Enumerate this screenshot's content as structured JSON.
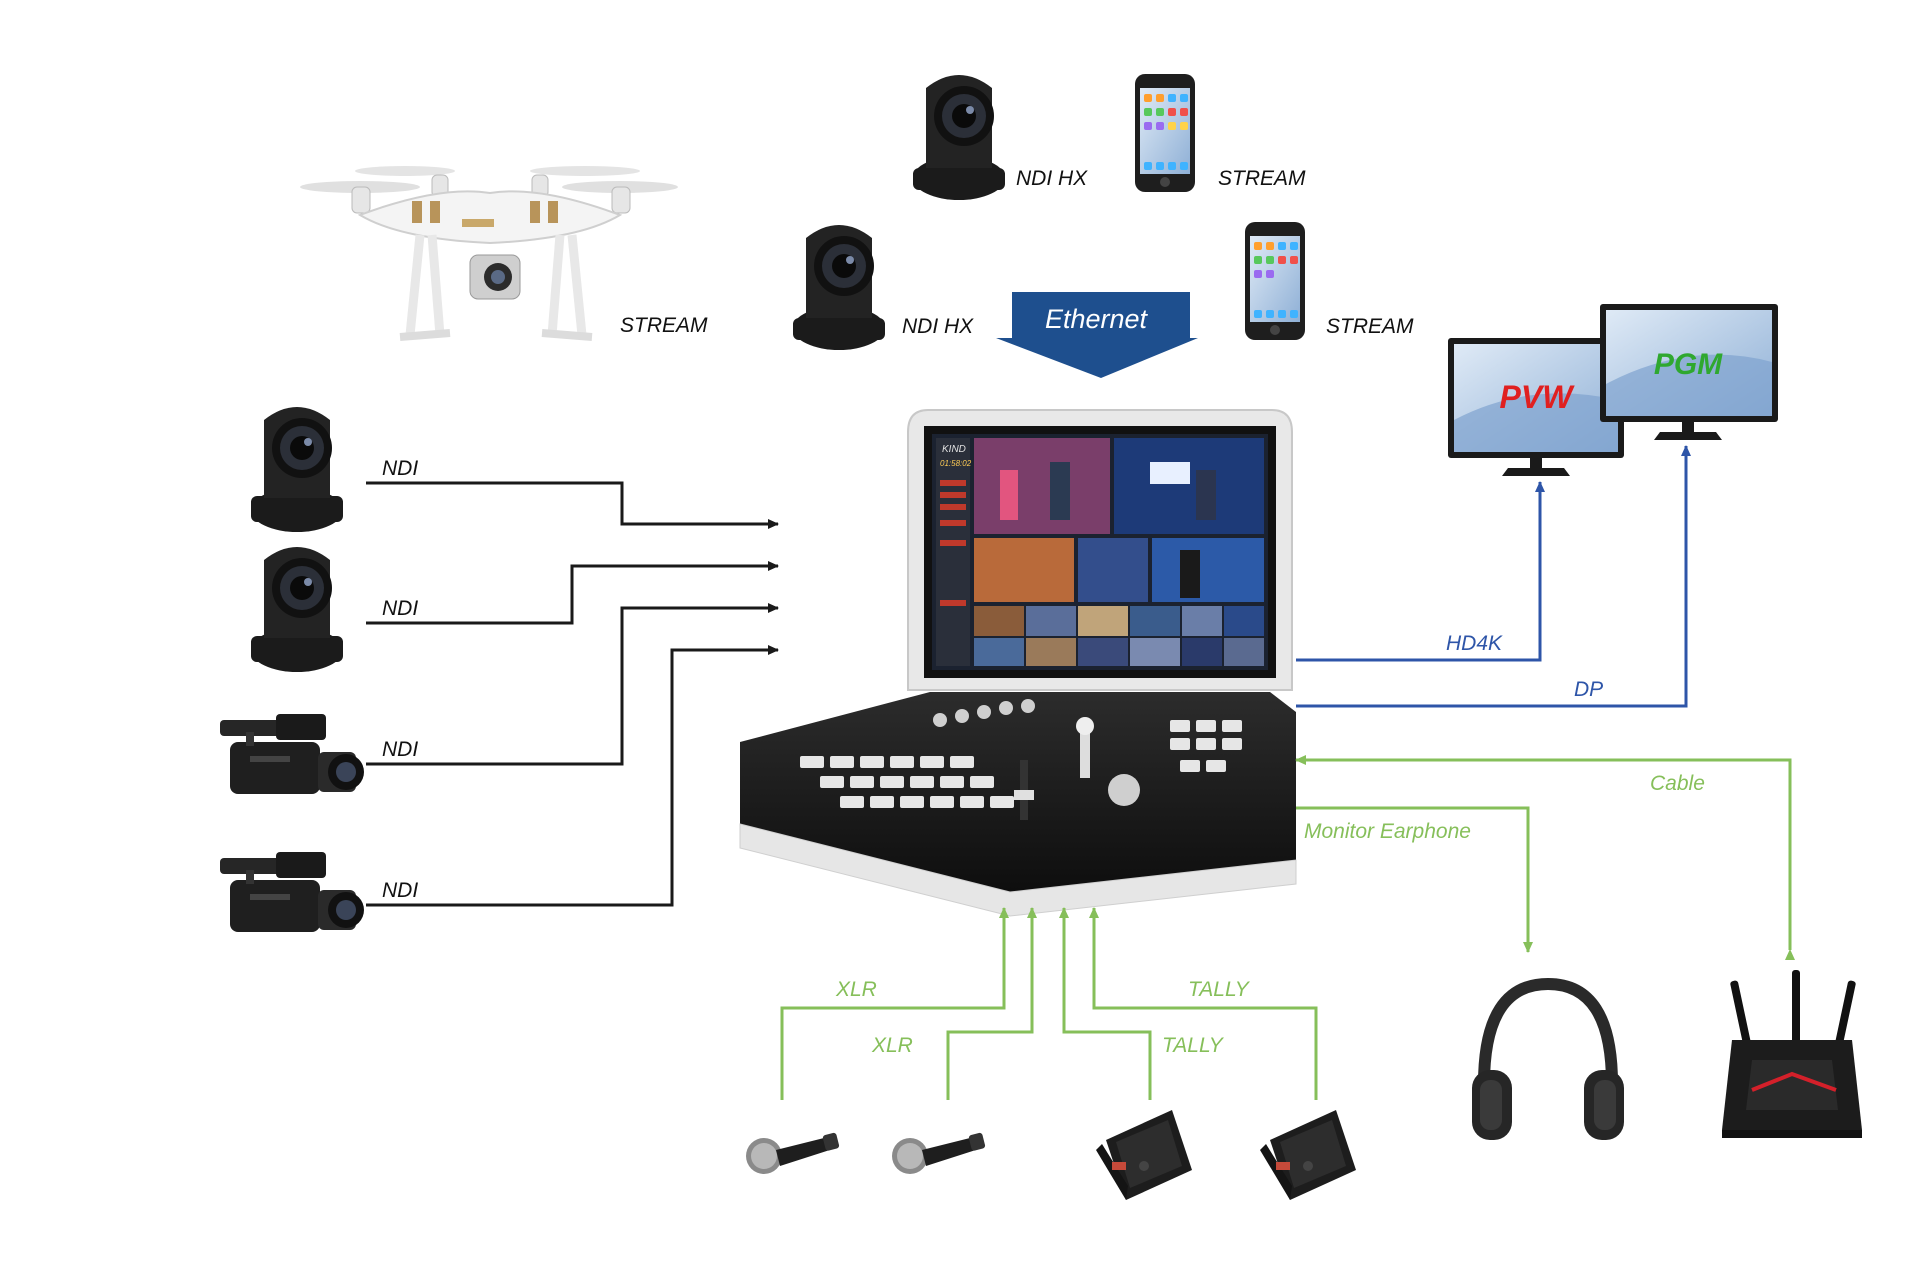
{
  "diagram": {
    "top_banner": {
      "label": "Ethernet"
    },
    "network_sources": [
      {
        "device": "ptz-camera",
        "label": "NDI HX"
      },
      {
        "device": "smartphone",
        "label": "STREAM"
      },
      {
        "device": "ptz-camera",
        "label": "NDI HX"
      },
      {
        "device": "smartphone",
        "label": "STREAM"
      },
      {
        "device": "drone",
        "label": "STREAM"
      }
    ],
    "wired_inputs": [
      {
        "device": "ptz-camera",
        "label": "NDI"
      },
      {
        "device": "ptz-camera",
        "label": "NDI"
      },
      {
        "device": "camcorder",
        "label": "NDI"
      },
      {
        "device": "camcorder",
        "label": "NDI"
      }
    ],
    "switcher": {
      "brand": "KIND",
      "timecode": "01:58:02"
    },
    "monitors": [
      {
        "label": "PVW",
        "color": "#e02020"
      },
      {
        "label": "PGM",
        "color": "#2fa82f"
      }
    ],
    "video_outputs": [
      {
        "label": "HD4K",
        "color": "#2e55a8"
      },
      {
        "label": "DP",
        "color": "#2e55a8"
      }
    ],
    "accessory_links": [
      {
        "label": "Cable",
        "device": "router",
        "color": "#86bf5a"
      },
      {
        "label": "Monitor Earphone",
        "device": "headphones",
        "color": "#86bf5a"
      }
    ],
    "audio_tally_inputs": [
      {
        "label": "XLR",
        "device": "microphone"
      },
      {
        "label": "XLR",
        "device": "microphone"
      },
      {
        "label": "TALLY",
        "device": "tally-box"
      },
      {
        "label": "TALLY",
        "device": "tally-box"
      }
    ],
    "colors": {
      "ndi_lines": "#1a1a1a",
      "video_out_lines": "#2e55a8",
      "accessory_lines": "#86bf5a",
      "ethernet_arrow": "#1e4f8e"
    }
  }
}
